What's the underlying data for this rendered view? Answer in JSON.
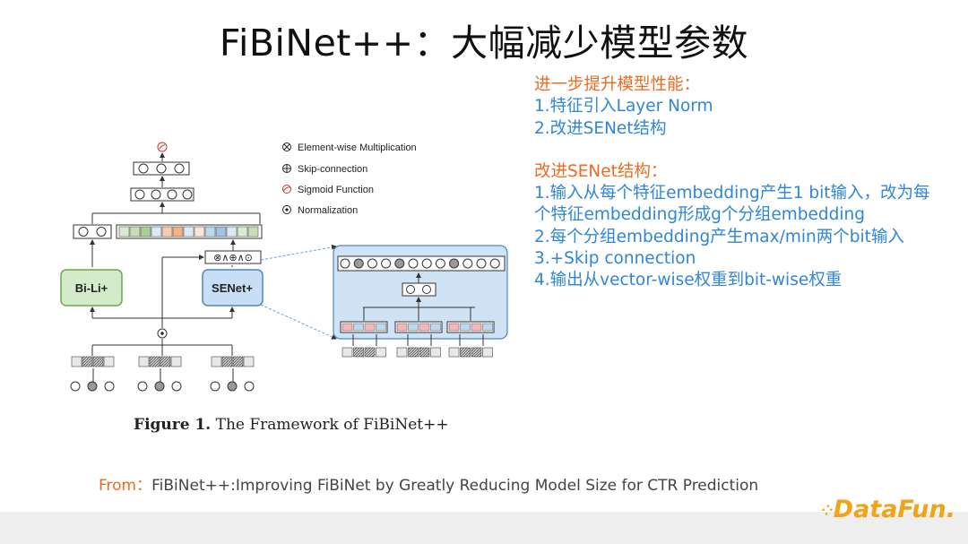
{
  "title": "FiBiNet++：大幅减少模型参数",
  "right": {
    "heading1": "进一步提升模型性能：",
    "p1": "1.特征引入Layer Norm",
    "p2": "2.改进SENet结构",
    "heading2": "改进SENet结构：",
    "q1a": "1.输入从每个特征embedding产生1 bit输入，改为每",
    "q1b": "个特征embedding形成g个分组embedding",
    "q2": "2.每个分组embedding产生max/min两个bit输入",
    "q3": "3.+Skip connection",
    "q4": "4.输出从vector-wise权重到bit-wise权重"
  },
  "legend": {
    "mult": "Element-wise Multiplication",
    "skip": "Skip-connection",
    "sigmoid": "Sigmoid Function",
    "norm": "Normalization"
  },
  "diagram": {
    "bili": "Bi-Li+",
    "senet": "SENet+",
    "ops": "⊗∧⊕∧⊙"
  },
  "caption": {
    "bold": "Figure 1.",
    "text": " The Framework of FiBiNet++"
  },
  "from": {
    "label": "From：",
    "text": "FiBiNet++:Improving FiBiNet by Greatly Reducing Model Size for CTR Prediction"
  },
  "logo": "DataFun.",
  "colors": {
    "orange": "#ed6a1f",
    "blue": "#2f86d6",
    "green_box": "#d3ebc9",
    "blue_box": "#c7def4",
    "panel": "#cfe3f5"
  }
}
